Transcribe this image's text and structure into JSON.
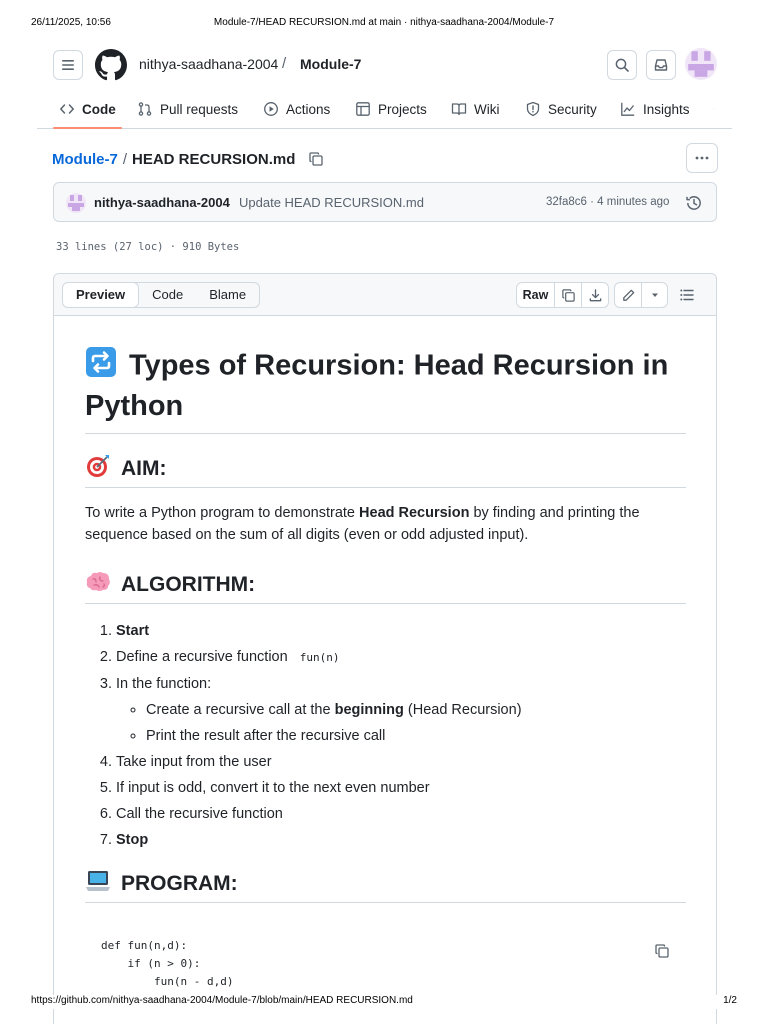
{
  "print": {
    "date": "26/11/2025, 10:56",
    "title": "Module-7/HEAD RECURSION.md at main · nithya-saadhana-2004/Module-7",
    "url": "https://github.com/nithya-saadhana-2004/Module-7/blob/main/HEAD RECURSION.md",
    "page": "1/2"
  },
  "header": {
    "owner": "nithya-saadhana-2004",
    "separator": "/",
    "repo": "Module-7"
  },
  "nav": {
    "items": [
      {
        "label": "Code",
        "icon": "code-icon"
      },
      {
        "label": "Pull requests",
        "icon": "git-pull-request-icon"
      },
      {
        "label": "Actions",
        "icon": "play-icon"
      },
      {
        "label": "Projects",
        "icon": "table-icon"
      },
      {
        "label": "Wiki",
        "icon": "book-icon"
      },
      {
        "label": "Security",
        "icon": "shield-icon"
      },
      {
        "label": "Insights",
        "icon": "graph-icon"
      }
    ]
  },
  "breadcrumb": {
    "repo": "Module-7",
    "sep": "/",
    "file": "HEAD RECURSION.md"
  },
  "commit": {
    "author": "nithya-saadhana-2004",
    "message": "Update HEAD RECURSION.md",
    "meta": "32fa8c6 · 4 minutes ago"
  },
  "file_stats": "33 lines (27 loc) · 910 Bytes",
  "toolbar": {
    "tabs": [
      "Preview",
      "Code",
      "Blame"
    ],
    "raw": "Raw"
  },
  "markdown": {
    "h1": "Types of Recursion: Head Recursion in Python",
    "aim_heading": "AIM:",
    "aim_text_before": "To write a Python program to demonstrate ",
    "aim_text_bold": "Head Recursion",
    "aim_text_after": " by finding and printing the sequence based on the sum of all digits (even or odd adjusted input).",
    "algo_heading": "ALGORITHM:",
    "steps": {
      "s1": "Start",
      "s2": "Define a recursive function",
      "s2_code": "fun(n)",
      "s3": "In the function:",
      "s3a_before": "Create a recursive call at the ",
      "s3a_bold": "beginning",
      "s3a_after": " (Head Recursion)",
      "s3b": "Print the result after the recursive call",
      "s4": "Take input from the user",
      "s5": "If input is odd, convert it to the next even number",
      "s6": "Call the recursive function",
      "s7": "Stop"
    },
    "program_heading": "PROGRAM:",
    "code": "def fun(n,d):\n    if (n > 0):\n        fun(n - d,d)"
  },
  "colors": {
    "link": "#0969da",
    "border": "#d1d9e0",
    "nav_underline": "#fd8c73",
    "muted": "#59636e"
  }
}
